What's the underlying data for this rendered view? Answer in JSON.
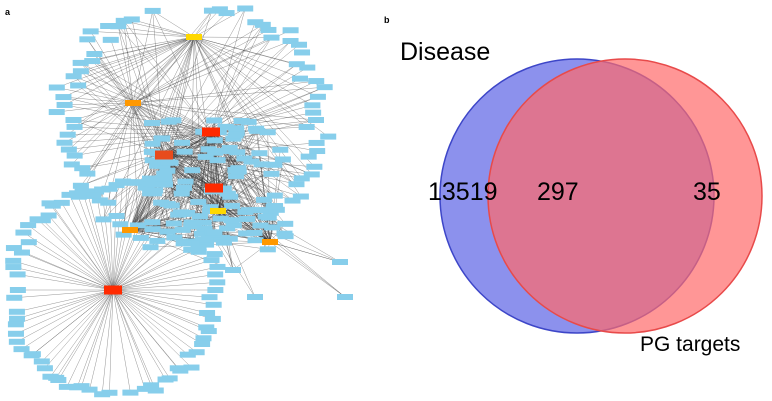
{
  "figure": {
    "panel_a_label": "a",
    "panel_b_label": "b"
  },
  "network": {
    "hub_colors": [
      "#ff2a00",
      "#e84b1c",
      "#ff9800",
      "#ffd800"
    ],
    "node_color": "#87ceeb",
    "edge_color": "#333333"
  },
  "venn": {
    "sets": [
      {
        "label": "Disease",
        "only_count": "13519",
        "color": "#5b63e6"
      },
      {
        "label": "PG targets",
        "only_count": "35",
        "color": "#ff6a6a"
      }
    ],
    "intersection_count": "297",
    "intersection_color": "#c24b7a"
  }
}
